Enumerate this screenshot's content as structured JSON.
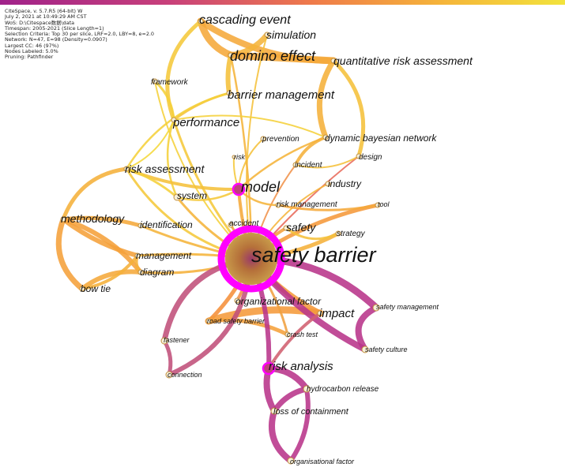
{
  "colors": {
    "timeline": [
      "#a0228a",
      "#c8407a",
      "#ef7a4a",
      "#f5b43a",
      "#f2e33c"
    ],
    "citation_ring": "#ff00ff",
    "core_fill": "#b07a3a"
  },
  "header": {
    "lines": [
      "CiteSpace, v. 5.7.R5 (64-bit) W",
      "July 2, 2021 at 10:49:29 AM CST",
      "WoS: D:\\Citespace数据\\data",
      "Timespan: 2005-2021 (Slice Length=1)",
      "Selection Criteria: Top 30 per slice, LRF=2.0, LBY=8, e=2.0",
      "Network: N=47, E=98 (Density=0.0907)",
      "Largest CC: 46 (97%)",
      "Nodes Labeled: 5.0%",
      "Pruning: Pathfinder"
    ]
  },
  "keywords": [
    "safety barrier",
    "model",
    "risk analysis",
    "cascading event",
    "simulation",
    "domino effect",
    "quantitative risk assessment",
    "framework",
    "barrier management",
    "performance",
    "prevention",
    "dynamic bayesian network",
    "risk",
    "incident",
    "design",
    "risk assessment",
    "system",
    "industry",
    "methodology",
    "risk management",
    "tool",
    "accident",
    "safety",
    "identification",
    "strategy",
    "management",
    "diagram",
    "bow tie",
    "organizational factor",
    "impact",
    "road safety barrier",
    "safety management",
    "fastener",
    "crash test",
    "safety culture",
    "connection",
    "hydrocarbon release",
    "loss of containment",
    "organisational factor"
  ]
}
